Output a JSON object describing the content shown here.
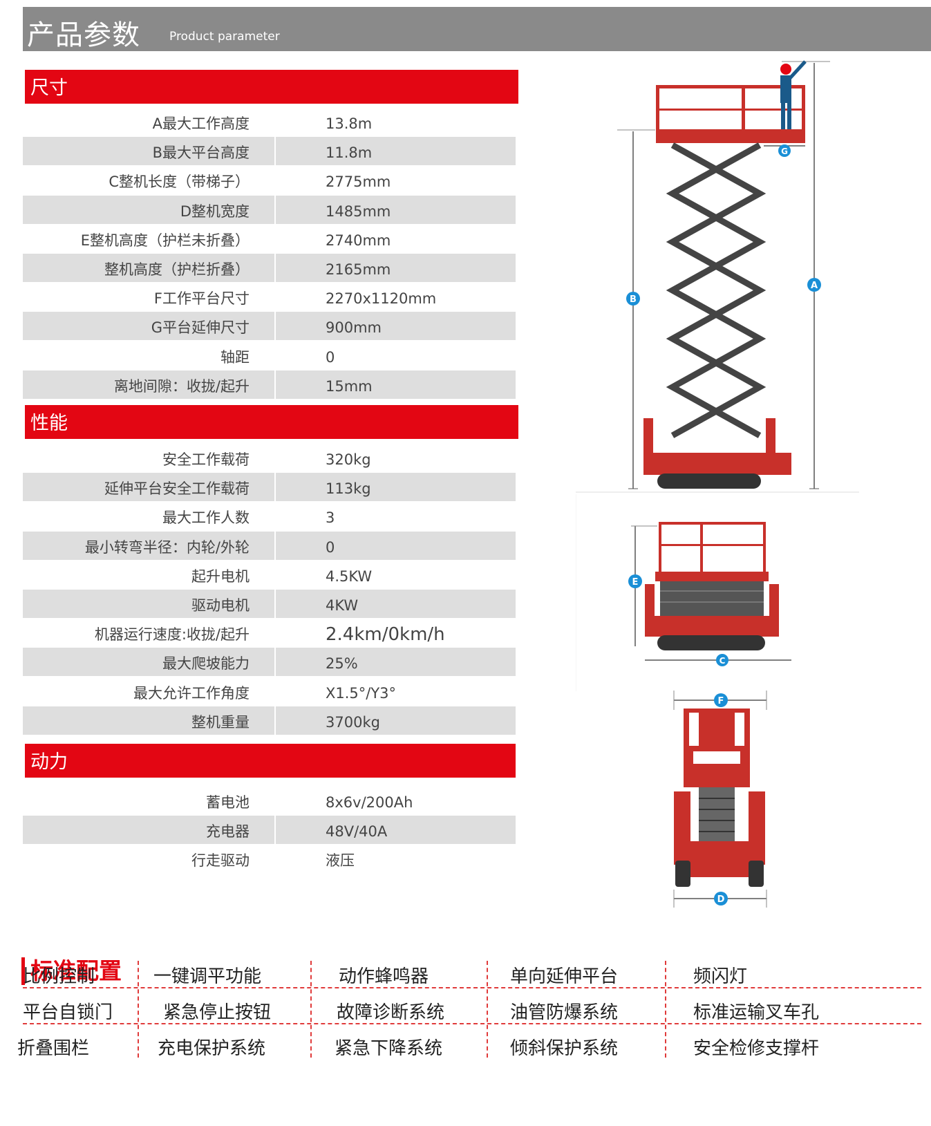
{
  "header": {
    "title_zh": "产品参数",
    "title_en": "Product parameter"
  },
  "sections": {
    "dimensions": {
      "title": "尺寸",
      "rows": [
        {
          "label": "A最大工作高度",
          "value": "13.8m"
        },
        {
          "label": "B最大平台高度",
          "value": "11.8m"
        },
        {
          "label": "C整机长度（带梯子）",
          "value": "2775mm"
        },
        {
          "label": "D整机宽度",
          "value": "1485mm"
        },
        {
          "label": "E整机高度（护栏未折叠）",
          "value": "2740mm"
        },
        {
          "label": "整机高度（护栏折叠）",
          "value": "2165mm"
        },
        {
          "label": "F工作平台尺寸",
          "value": "2270x1120mm"
        },
        {
          "label": "G平台延伸尺寸",
          "value": "900mm"
        },
        {
          "label": "轴距",
          "value": "0"
        },
        {
          "label": "离地间隙：收拢/起升",
          "value": "15mm"
        }
      ]
    },
    "performance": {
      "title": "性能",
      "rows": [
        {
          "label": "安全工作载荷",
          "value": "320kg"
        },
        {
          "label": "延伸平台安全工作载荷",
          "value": "113kg"
        },
        {
          "label": "最大工作人数",
          "value": "3"
        },
        {
          "label": "最小转弯半径：内轮/外轮",
          "value": "0"
        },
        {
          "label": "起升电机",
          "value": "4.5KW"
        },
        {
          "label": "驱动电机",
          "value": "4KW"
        },
        {
          "label": "机器运行速度:收拢/起升",
          "value": "2.4km/0km/h"
        },
        {
          "label": "最大爬坡能力",
          "value": "25%"
        },
        {
          "label": "最大允许工作角度",
          "value": "X1.5°/Y3°"
        },
        {
          "label": "整机重量",
          "value": "3700kg"
        }
      ]
    },
    "power": {
      "title": "动力",
      "rows": [
        {
          "label": "蓄电池",
          "value": "8x6v/200Ah"
        },
        {
          "label": "充电器",
          "value": "48V/40A"
        },
        {
          "label": "行走驱动",
          "value": "液压"
        }
      ]
    }
  },
  "diagram_labels": {
    "a": "A",
    "b": "B",
    "c": "C",
    "d": "D",
    "e": "E",
    "f": "F",
    "g": "G"
  },
  "standard": {
    "title": "标准配置",
    "items": [
      [
        "比例控制",
        "一键调平功能",
        "动作蜂鸣器",
        "单向延伸平台",
        "频闪灯"
      ],
      [
        "平台自锁门",
        "紧急停止按钮",
        "故障诊断系统",
        "油管防爆系统",
        "标准运输叉车孔"
      ],
      [
        "折叠围栏",
        "充电保护系统",
        "紧急下降系统",
        "倾斜保护系统",
        "安全检修支撑杆"
      ]
    ]
  },
  "colors": {
    "accent": "#e30613",
    "machine": "#c8302a",
    "header_bg": "#8a8a8a",
    "stripe": "#dedede",
    "badge": "#1a8fd6"
  }
}
